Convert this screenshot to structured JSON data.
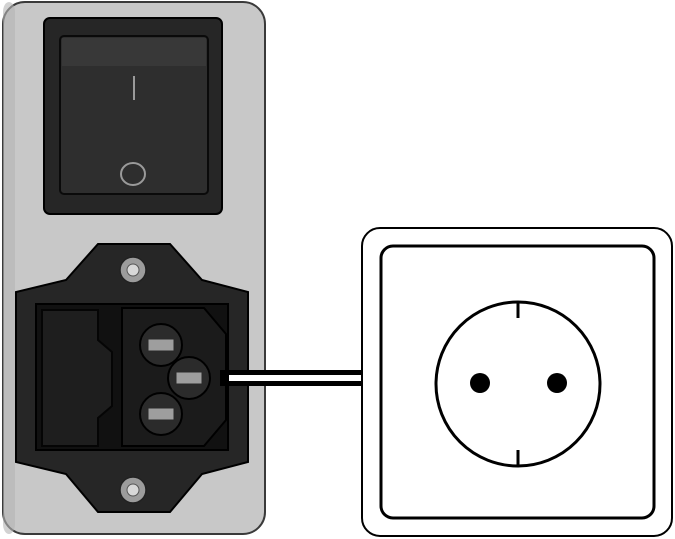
{
  "diagram": {
    "components": {
      "power_switch": {
        "on_symbol": "I",
        "off_symbol": "O",
        "icon": "power-switch-icon"
      },
      "iec_inlet": {
        "icon": "iec-c14-inlet-icon",
        "pin_count": 3
      },
      "wall_socket": {
        "icon": "schuko-socket-icon",
        "type": "Schuko"
      },
      "connection_arrow": {
        "icon": "arrow-right-icon",
        "from": "iec_inlet",
        "to": "wall_socket"
      }
    },
    "colors": {
      "panel_gray": "#c8c8c8",
      "dark_body": "#262626",
      "recess_black": "#111111",
      "line_black": "#000000",
      "background": "#ffffff"
    }
  }
}
